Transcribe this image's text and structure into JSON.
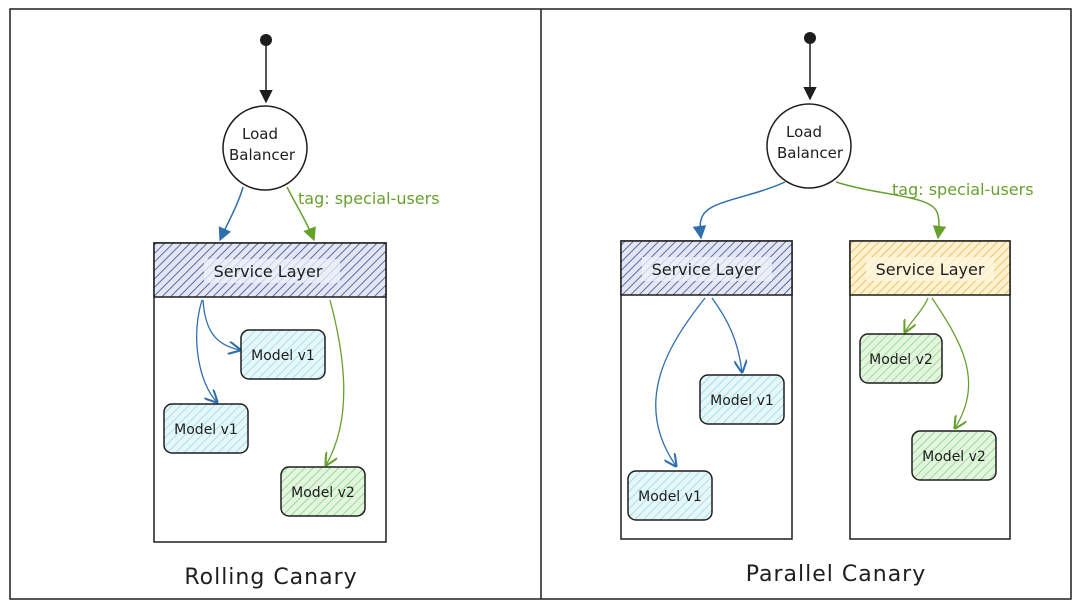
{
  "colors": {
    "stroke": "#1e1e1e",
    "blue_arrow": "#2f6fb0",
    "green_arrow": "#66a12e",
    "service_blue": "#3d4a8f",
    "service_yellow": "#e0b23a",
    "model_blue": "#69c7d6",
    "model_green": "#5cbf5c"
  },
  "left": {
    "load_balancer": "Load Balancer",
    "lb_line1": "Load",
    "lb_line2": "Balancer",
    "tag_label": "tag: special-users",
    "service_layer": "Service Layer",
    "model_a": "Model v1",
    "model_b": "Model v1",
    "model_c": "Model v2",
    "caption": "Rolling Canary"
  },
  "right": {
    "lb_line1": "Load",
    "lb_line2": "Balancer",
    "tag_label": "tag: special-users",
    "service_layer_blue": "Service Layer",
    "service_layer_yellow": "Service Layer",
    "model_a": "Model v1",
    "model_b": "Model v1",
    "model_c": "Model v2",
    "model_d": "Model v2",
    "caption": "Parallel Canary"
  }
}
